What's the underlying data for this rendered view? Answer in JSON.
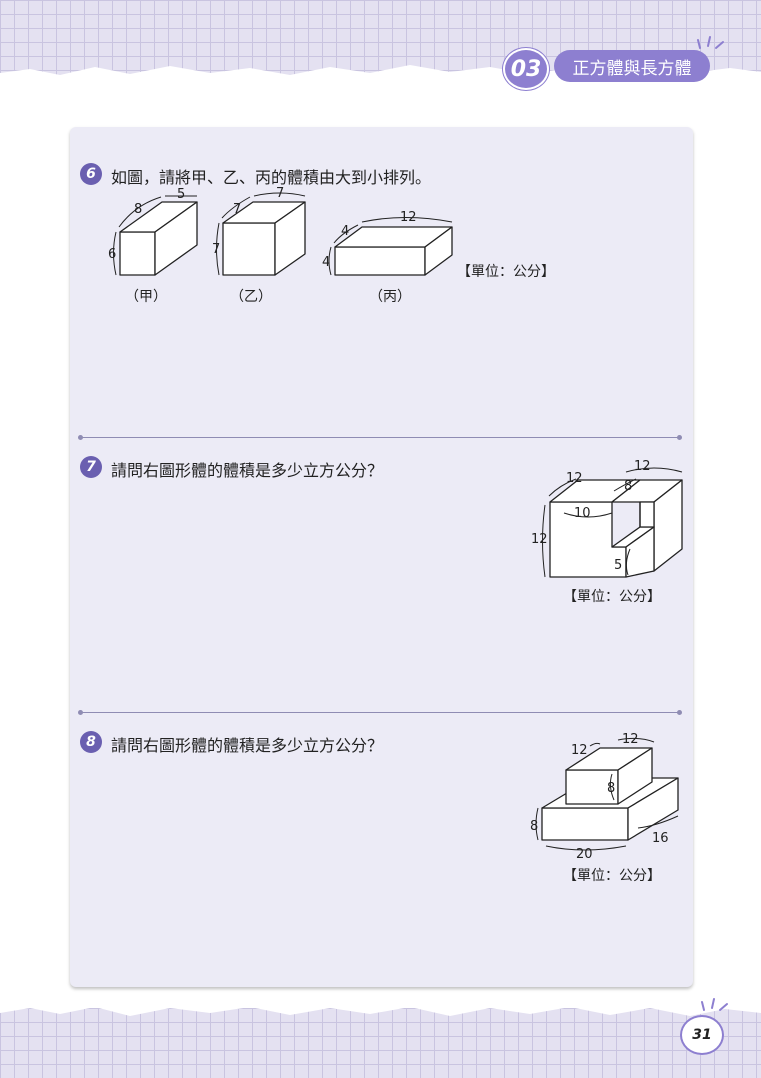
{
  "header": {
    "chapter_number": "03",
    "chapter_title": "正方體與長方體"
  },
  "page_number": "31",
  "q6": {
    "number": "6",
    "text": "如圖，請將甲、乙、丙的體積由大到小排列。",
    "figures": [
      {
        "caption": "（甲）",
        "dims": [
          "5",
          "8",
          "6"
        ]
      },
      {
        "caption": "（乙）",
        "dims": [
          "7",
          "7",
          "7"
        ]
      },
      {
        "caption": "（丙）",
        "dims": [
          "12",
          "4",
          "4"
        ]
      }
    ],
    "unit": "【單位：公分】"
  },
  "q7": {
    "number": "7",
    "text": "請問右圖形體的體積是多少立方公分？",
    "dims": [
      "12",
      "12",
      "8",
      "10",
      "12",
      "5"
    ],
    "unit": "【單位：公分】"
  },
  "q8": {
    "number": "8",
    "text": "請問右圖形體的體積是多少立方公分？",
    "dims": [
      "12",
      "12",
      "8",
      "8",
      "16",
      "20"
    ],
    "unit": "【單位：公分】"
  },
  "colors": {
    "accent": "#8d7fd0",
    "panel": "#ecebf6",
    "number_badge": "#6a5fb0"
  }
}
